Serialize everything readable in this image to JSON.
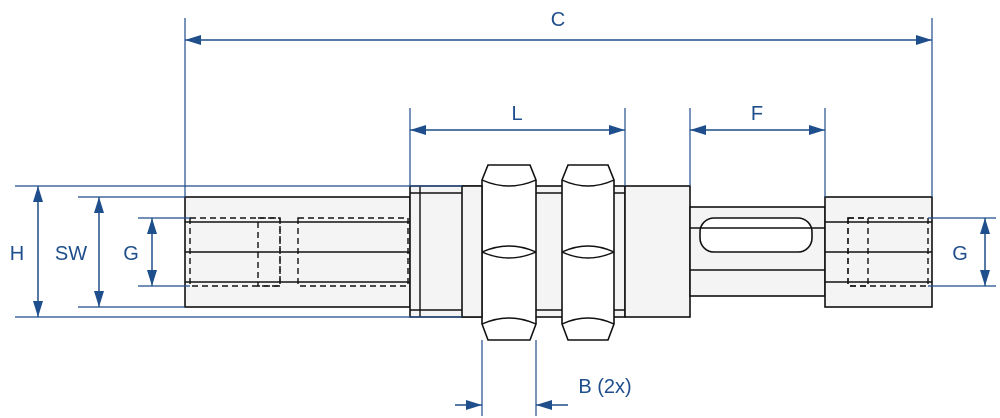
{
  "diagram": {
    "labels": {
      "c": "C",
      "l": "L",
      "f": "F",
      "h": "H",
      "sw": "SW",
      "g_left": "G",
      "g_right": "G",
      "b": "B (2x)"
    },
    "colors": {
      "dimension": "#1f4e8c",
      "outline": "#111111",
      "fill": "#f4f4f4"
    }
  }
}
